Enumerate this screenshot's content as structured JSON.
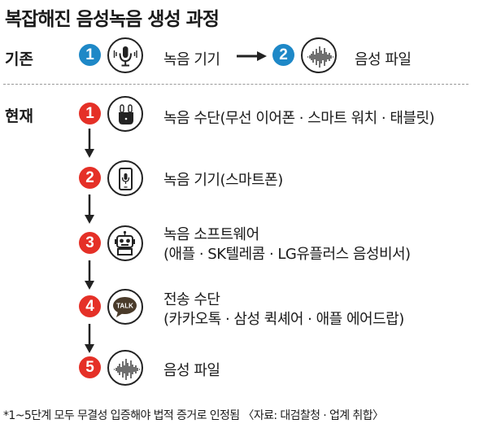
{
  "title": "복잡해진 음성녹음 생성 과정",
  "before": {
    "label": "기존",
    "steps": [
      {
        "number": "1",
        "label": "녹음 기기",
        "icon": "microphone-icon"
      },
      {
        "number": "2",
        "label": "음성 파일",
        "icon": "soundwave-icon"
      }
    ],
    "arrow": "right-arrow-icon"
  },
  "now": {
    "label": "현재",
    "steps": [
      {
        "number": "1",
        "line1": "녹음 수단(무선 이어폰 · 스마트 워치 · 태블릿)",
        "line2": "",
        "icon": "earbuds-case-icon"
      },
      {
        "number": "2",
        "line1": "녹음 기기(스마트폰)",
        "line2": "",
        "icon": "smartphone-mic-icon"
      },
      {
        "number": "3",
        "line1": "녹음 소프트웨어",
        "line2": "(애플 · SK텔레콤 · LG유플러스 음성비서)",
        "icon": "robot-icon"
      },
      {
        "number": "4",
        "line1": "전송 수단",
        "line2": "(카카오톡 · 삼성 퀵셰어 · 애플 에어드랍)",
        "icon": "talk-bubble-icon"
      },
      {
        "number": "5",
        "line1": "음성 파일",
        "line2": "",
        "icon": "soundwave-icon"
      }
    ]
  },
  "talk_text": "TALK",
  "footnote": "*1~5단계 모두 무결성 입증해야 법적 증거로 인정됨 〈자료: 대검찰청 · 업계 취합〉",
  "colors": {
    "blue": "#1e88c7",
    "red": "#e53027",
    "talk": "#4a3b2a"
  }
}
